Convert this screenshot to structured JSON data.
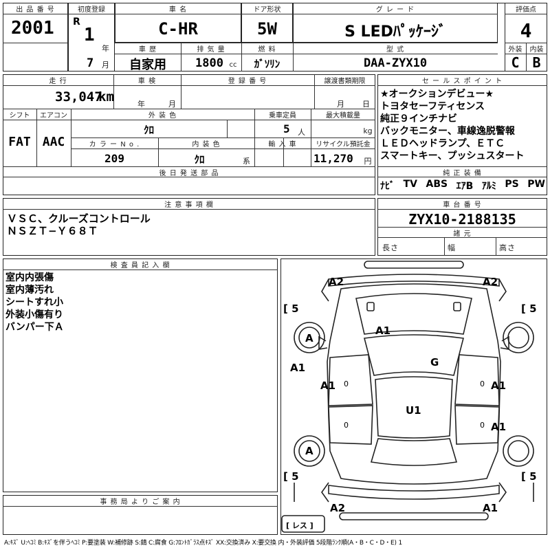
{
  "header": {
    "lot_label": "出 品 番 号",
    "lot_value": "2001",
    "first_reg_label": "初度登録",
    "era": "R",
    "reg_year": "1",
    "year_unit": "年",
    "reg_month": "7",
    "month_unit": "月",
    "model_label": "車 名",
    "model_value": "C-HR",
    "door_label": "ドア形状",
    "door_value": "5W",
    "grade_label": "グ レ ー ド",
    "grade_value": "S LEDﾊﾟｯｹｰｼﾞ",
    "score_label": "評価点",
    "score_value": "4",
    "history_label": "車 歴",
    "history_value": "自家用",
    "displacement_label": "排 気 量",
    "displacement_value": "1800",
    "displacement_unit": "cc",
    "fuel_label": "燃 料",
    "fuel_value": "ｶﾞｿﾘﾝ",
    "type_label": "型 式",
    "type_value": "DAA-ZYX10",
    "exterior_label": "外装",
    "exterior_value": "C",
    "interior_label": "内装",
    "interior_value": "B"
  },
  "details": {
    "mileage_label": "走 行",
    "mileage_value": "33,047",
    "mileage_unit": "km",
    "inspection_label": "車 検",
    "year_unit": "年",
    "month_unit": "月",
    "regnum_label": "登 録 番 号",
    "transfer_label": "譲渡書類期限",
    "transfer_month": "月",
    "transfer_day": "日",
    "shift_label": "シフト",
    "shift_value": "FAT",
    "ac_label": "エアコン",
    "ac_value": "AAC",
    "color_label": "外 装 色",
    "color_value": "ｸﾛ",
    "capacity_label": "乗車定員",
    "capacity_value": "5",
    "capacity_unit": "人",
    "load_label": "最大積載量",
    "load_unit": "kg",
    "color_no_label": "カ ラ ー N o .",
    "color_no_value": "209",
    "int_color_label": "内 装 色",
    "int_color_value": "ｸﾛ",
    "int_color_unit": "系",
    "import_label": "輸 入 車",
    "recycle_label": "リサイクル預託金",
    "recycle_value": "11,270",
    "recycle_unit": "円",
    "later_label": "後 日 発 送 部 品"
  },
  "selling_points": {
    "label": "セ ー ル ス ポ イ ン ト",
    "items": [
      "★オークションデビュー★",
      "トヨタセーフティセンス",
      "純正９インチナビ",
      "バックモニター、車線逸脱警報",
      "ＬＥＤヘッドランプ、ＥＴＣ",
      "スマートキー、プッシュスタート"
    ],
    "equipment_label": "純 正 装 備",
    "equipment": [
      "ﾅﾋﾞ",
      "TV",
      "ABS",
      "ｴｱB",
      "ｱﾙﾐ",
      "PS",
      "PW"
    ]
  },
  "notes": {
    "label": "注 意 事 項 欄",
    "lines": [
      "ＶＳＣ、クルーズコントロール",
      "ＮＳＺＴ−Ｙ６８Ｔ"
    ]
  },
  "chassis": {
    "label": "車 台 番 号",
    "value": "ZYX10-2188135",
    "dims_label": "諸 元",
    "length_label": "長さ",
    "width_label": "幅",
    "height_label": "高さ"
  },
  "inspector": {
    "label": "検 査 員 記 入 欄",
    "lines": [
      "室内内張傷",
      "室内薄汚れ",
      "シートすれ小",
      "外装小傷有り",
      "バンパー下Ａ"
    ]
  },
  "office": {
    "label": "事 務 局 よ り ご 案 内"
  },
  "diagram": {
    "marks": {
      "front_left": "A2",
      "front_right": "A2",
      "tire_fl_bracket": "[ 5",
      "tire_fr_bracket": "[ 5",
      "tire_rl_bracket": "[ 5",
      "tire_rr_bracket": "[ 5",
      "wheel_fl": "A",
      "wheel_rl": "A",
      "hood": "A1",
      "fender_left": "A1",
      "door_fl": "A1",
      "door_fr": "A1",
      "door_rr": "A1",
      "windshield": "G",
      "roof": "U1",
      "rear_left": "A2",
      "rear_right": "A1",
      "spare": "[ レス ]",
      "zero_fl": "0",
      "zero_fr": "0",
      "zero_rl": "0",
      "zero_rr": "0"
    }
  },
  "legend": "A:ｷｽﾞ U:ﾍｺﾐ B:ｷｽﾞを伴うﾍｺﾐ P:要塗装 W:補修跡 S:錆 C:腐食 G:ﾌﾛﾝﾄｶﾞﾗｽ点ｷｽﾞ XX:交換済み X:要交換 内・外装評価 5段階ﾗﾝｸ順(A・B・C・D・E) 1"
}
